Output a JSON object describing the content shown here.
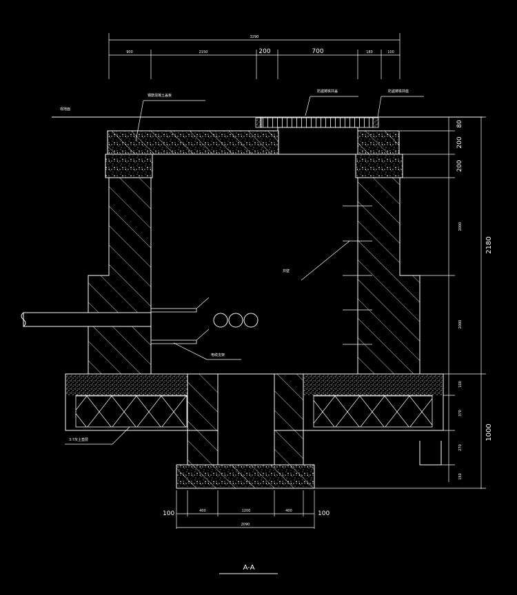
{
  "title": "A-A",
  "labels": {
    "ground": "现地面",
    "cover_slab": "钢筋混凝土盖板",
    "manhole_cover": "防盗铸铁井盖",
    "cover_frame": "防盗铸铁井座",
    "wall": "井壁",
    "cable_bracket": "电缆支架",
    "lime_soil": "3:7灰土垫层"
  },
  "dims_top": {
    "total": "3290",
    "d1": "900",
    "d2": "2150",
    "d3": "200",
    "d4": "700",
    "d5": "180",
    "d6": "100"
  },
  "dims_right": {
    "r1": "80",
    "r2": "200",
    "r3": "200",
    "r4": "2000",
    "r5": "2000",
    "total_upper": "2180",
    "r6": "100",
    "r7": "370",
    "r8": "270",
    "r9": "150",
    "total_lower": "1000"
  },
  "dims_bottom": {
    "b_left": "100",
    "b1": "400",
    "b2": "1200",
    "b3": "400",
    "b_right": "100",
    "total": "2090"
  }
}
